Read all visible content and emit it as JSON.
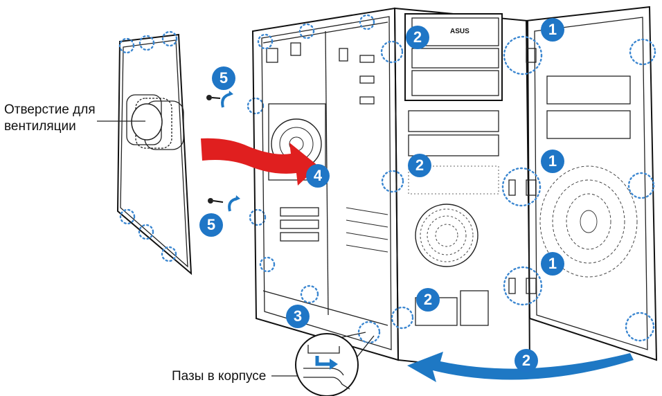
{
  "labels": {
    "vent_hole": "Отверстие для вентиляции",
    "case_slots": "Пазы в корпусе"
  },
  "callouts": [
    {
      "id": "c1a",
      "number": "1"
    },
    {
      "id": "c1b",
      "number": "1"
    },
    {
      "id": "c1c",
      "number": "1"
    },
    {
      "id": "c2a",
      "number": "2"
    },
    {
      "id": "c2b",
      "number": "2"
    },
    {
      "id": "c2c",
      "number": "2"
    },
    {
      "id": "c2d",
      "number": "2"
    },
    {
      "id": "c3",
      "number": "3"
    },
    {
      "id": "c4",
      "number": "4"
    },
    {
      "id": "c5a",
      "number": "5"
    },
    {
      "id": "c5b",
      "number": "5"
    }
  ],
  "drive_brand": "ASUS",
  "colors": {
    "badge": "#1f76c6",
    "arrow_red": "#e01f1f",
    "arrow_blue": "#1e78c4",
    "dotted": "#3a86d0"
  }
}
